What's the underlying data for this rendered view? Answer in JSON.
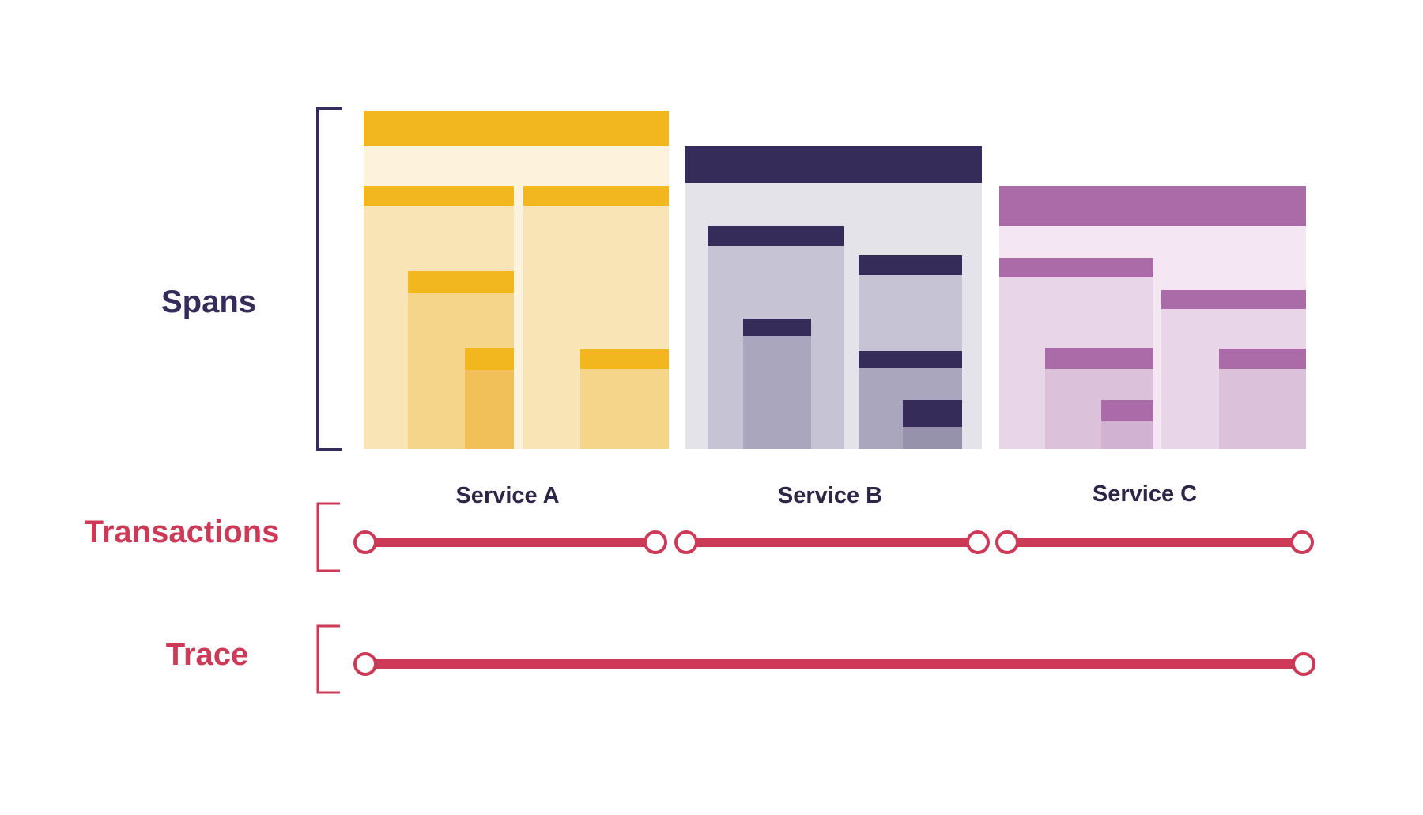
{
  "labels": {
    "spans": "Spans",
    "transactions": "Transactions",
    "trace": "Trace"
  },
  "services": [
    {
      "name": "Service A",
      "accent": "#f2b61e",
      "body": "#fdf3dc",
      "inner": "#f8e4b5",
      "inner2": "#f5d58a",
      "inner3": "#f1c058"
    },
    {
      "name": "Service B",
      "accent": "#352c5a",
      "body": "#e4e3ea",
      "inner": "#c6c4d4",
      "inner2": "#aaa6bd",
      "inner3": "#9692ab"
    },
    {
      "name": "Service C",
      "accent": "#ab6ba9",
      "body": "#f4e6f3",
      "inner": "#e8d6e8",
      "inner2": "#dcc1db",
      "inner3": "#d2b2d2"
    }
  ],
  "colors": {
    "spans_label": "#352c5a",
    "transaction_red": "#cc3a57",
    "bracket_dark": "#352c5a",
    "service_label": "#2e2547"
  }
}
